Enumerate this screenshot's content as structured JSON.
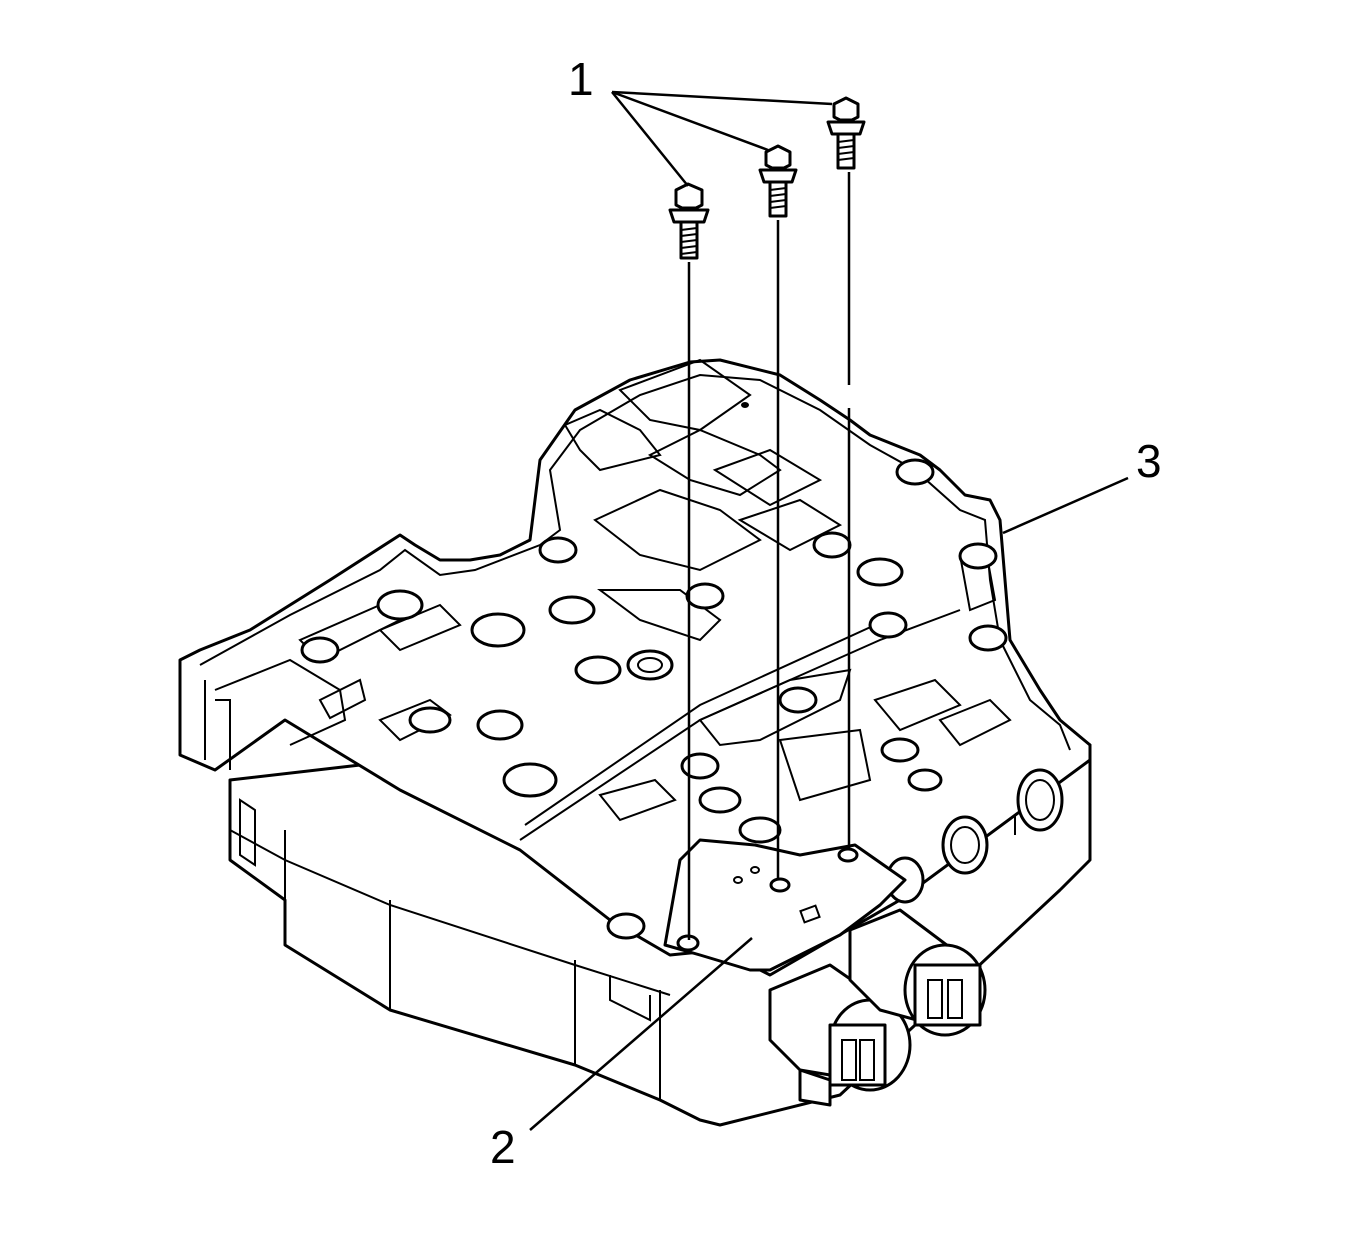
{
  "callouts": [
    {
      "id": "1",
      "label": "1"
    },
    {
      "id": "2",
      "label": "2"
    },
    {
      "id": "3",
      "label": "3"
    }
  ],
  "colors": {
    "line": "#000000",
    "background": "#ffffff"
  },
  "icons": [
    "bolt-icon",
    "valve-body-icon",
    "solenoid-icon",
    "bracket-icon"
  ]
}
